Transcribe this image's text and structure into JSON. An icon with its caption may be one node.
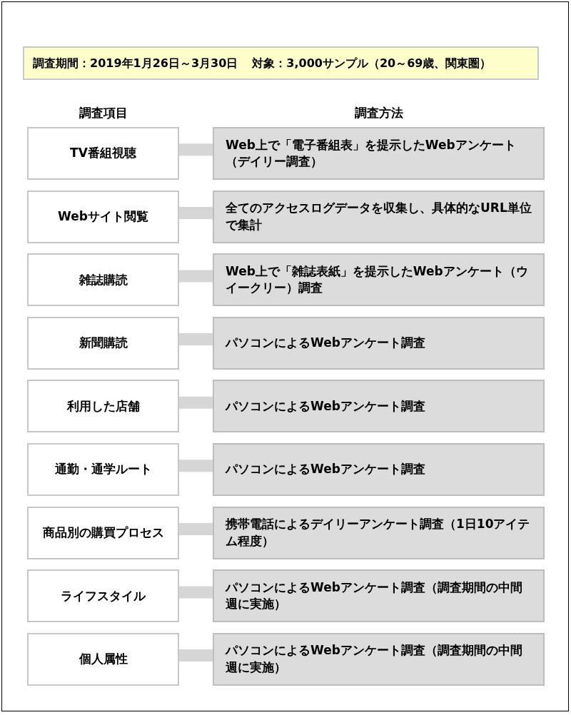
{
  "diagram": {
    "nodes": [
      {
        "text": [
          "調査期間：2019年1月26日～3月30日",
          "対象：3,000サンプル（20～69歳、関東圏）"
        ]
      },
      {
        "text": [
          "TV番組視聴"
        ]
      },
      {
        "text": [
          "Web上で「電子番組表」を提示したWebアンケート（デイリー調査）"
        ]
      },
      {
        "text": [
          "Webサイト閲覧"
        ]
      },
      {
        "text": [
          "全てのアクセスログデータを収集し、具体的なURL単位で集計"
        ]
      },
      {
        "text": [
          "雑誌購読"
        ]
      },
      {
        "text": [
          "Web上で「雑誌表紙」を提示したWebアンケート（ウイークリー）調査"
        ]
      },
      {
        "text": [
          "新聞購読"
        ]
      },
      {
        "text": [
          "パソコンによるWebアンケート調査"
        ]
      },
      {
        "text": [
          "利用した店舗"
        ]
      },
      {
        "text": [
          "パソコンによるWebアンケート調査"
        ]
      },
      {
        "text": [
          "通勤・通学ルート"
        ]
      },
      {
        "text": [
          "パソコンによるWebアンケート調査"
        ]
      },
      {
        "text": [
          "商品別の購買プロセス"
        ]
      },
      {
        "text": [
          "携帯電話によるデイリーアンケート調査（1日10アイテム程度）"
        ]
      },
      {
        "text": [
          "ライフスタイル"
        ]
      },
      {
        "text": [
          "パソコンによるWebアンケート調査（調査期間の中間週に実施）"
        ]
      },
      {
        "text": [
          "個人属性"
        ]
      },
      {
        "text": [
          "パソコンによるWebアンケート調査（調査期間の中間週に実施）"
        ]
      }
    ],
    "edges": [
      {
        "from": 1,
        "to": 2,
        "arrow": "none"
      },
      {
        "from": 3,
        "to": 4,
        "arrow": "none"
      },
      {
        "from": 5,
        "to": 6,
        "arrow": "none"
      },
      {
        "from": 7,
        "to": 8,
        "arrow": "none"
      },
      {
        "from": 9,
        "to": 10,
        "arrow": "none"
      },
      {
        "from": 11,
        "to": 12,
        "arrow": "none"
      },
      {
        "from": 13,
        "to": 14,
        "arrow": "none"
      },
      {
        "from": 15,
        "to": 16,
        "arrow": "none"
      },
      {
        "from": 17,
        "to": 18,
        "arrow": "none"
      }
    ],
    "labels": [
      "調査項目",
      "調査方法"
    ]
  }
}
